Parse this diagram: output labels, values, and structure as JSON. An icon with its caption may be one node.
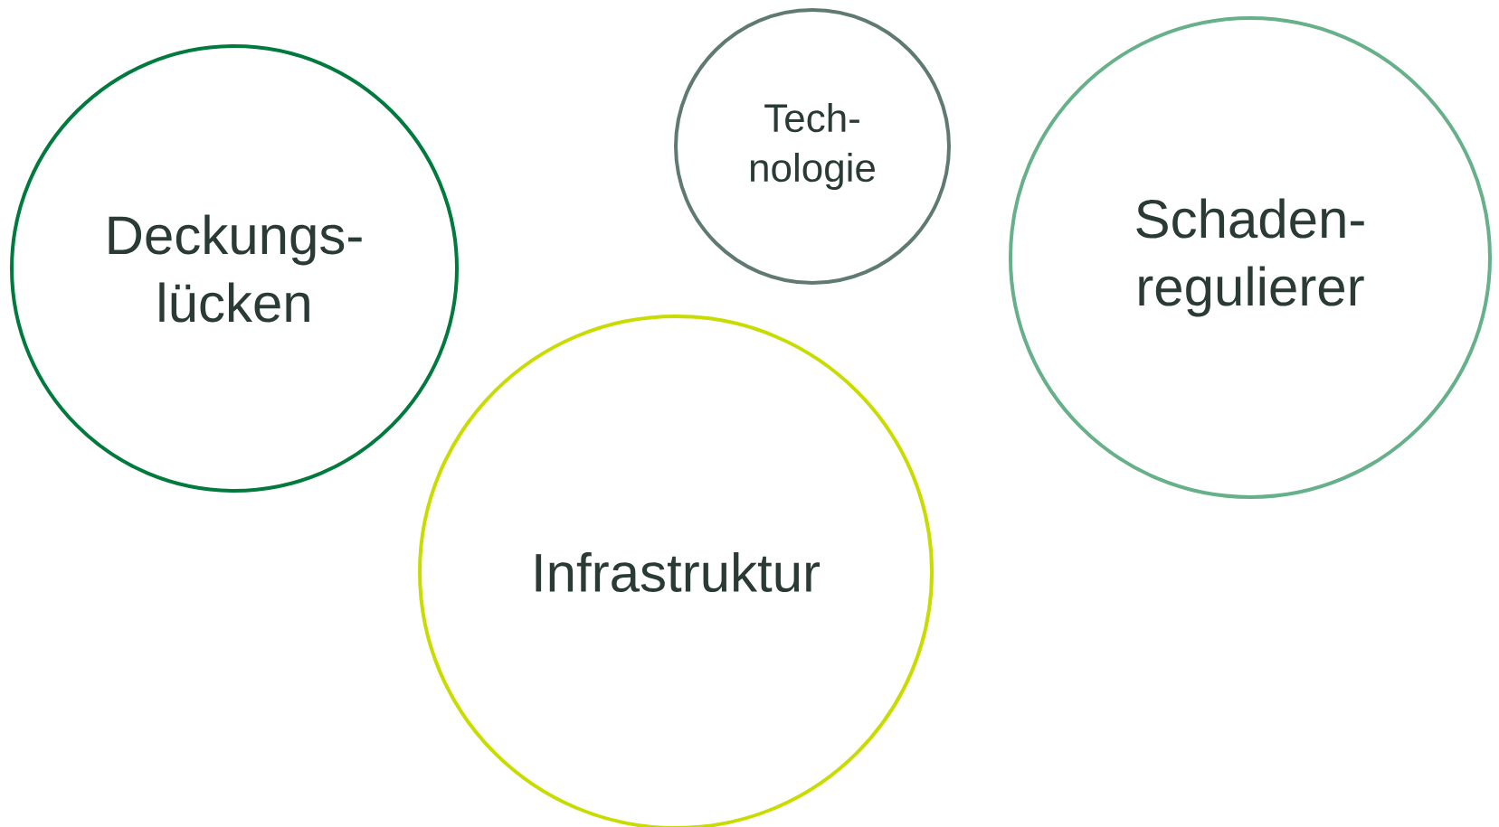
{
  "diagram": {
    "nodes": [
      {
        "text": [
          "Deckungs- lücken"
        ]
      },
      {
        "text": [
          "Tech- nologie"
        ]
      },
      {
        "text": [
          "Schaden- regulierer"
        ]
      },
      {
        "text": [
          "Infrastruktur"
        ]
      }
    ]
  }
}
